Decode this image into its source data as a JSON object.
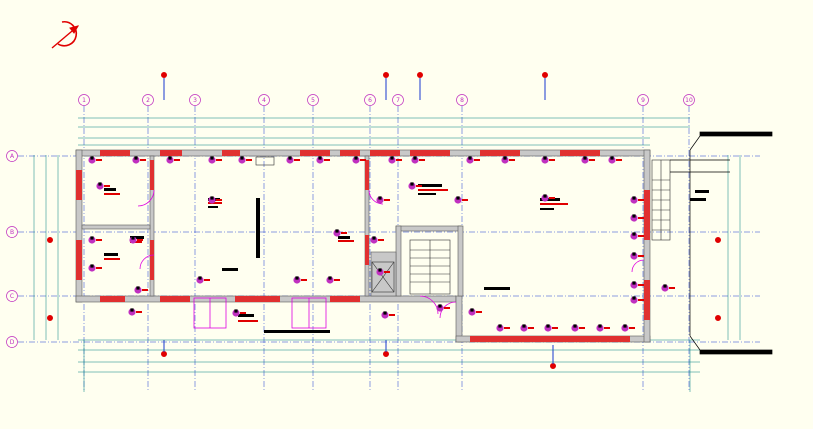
{
  "palette": {
    "background": "#fffff0",
    "wall": "#c8c8c8",
    "wall_outline": "#5a5a5a",
    "wall_hatch": "#e03030",
    "grid_axis": "#1a3ad0",
    "grid_bubble": "#c030c0",
    "dimension": "#008080",
    "fixture": "#c030c0",
    "fixture_core": "#000000",
    "label_red": "#e00000",
    "label_black": "#000000",
    "door": "#e000e0",
    "stair": "#303030",
    "north_arrow": "#e00000"
  },
  "grid_columns": [
    "1",
    "2",
    "3",
    "4",
    "5",
    "6",
    "7",
    "8",
    "9",
    "10"
  ],
  "grid_rows": [
    "A",
    "B",
    "C",
    "D"
  ],
  "icons": {
    "north_arrow": "north-arrow-icon",
    "section_marker": "section-marker-icon"
  }
}
